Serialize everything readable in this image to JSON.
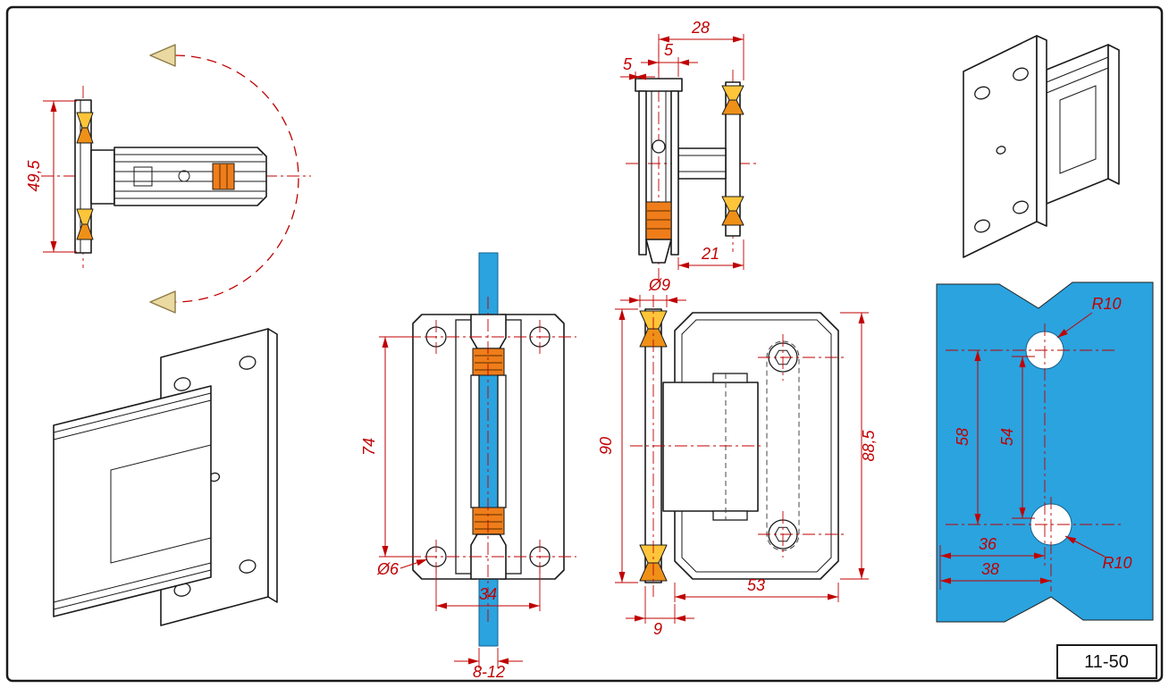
{
  "page": {
    "sheet_label": "11-50"
  },
  "colors": {
    "dimension_red": "#c00000",
    "glass_blue": "#2aa3df",
    "gasket_orange": "#ef7d1a",
    "bushing_yellow": "#ffc53a",
    "swing_arrow_tan": "#ead9a0",
    "outline_black": "#1a1a1a"
  },
  "views": {
    "top_view": {
      "dim_height": "49,5"
    },
    "side_view": {
      "dim_total_width": "28",
      "dim_gap_left": "5",
      "dim_gap_right": "5",
      "dim_plate_offset": "21"
    },
    "front_view_glass": {
      "dim_hole_spacing": "74",
      "dim_hole_diameter": "Ø6",
      "dim_hole_pitch_h": "34",
      "dim_glass_thickness": "8-12"
    },
    "front_view_wall": {
      "dim_pin_diameter": "Ø9",
      "dim_total_height": "90",
      "dim_plate_height": "88,5",
      "dim_plate_width": "53",
      "dim_edge_offset": "9"
    },
    "glass_template": {
      "dim_radius_top": "R10",
      "dim_hole_spacing_outer": "58",
      "dim_hole_spacing_inner": "54",
      "dim_edge_to_hole_top": "36",
      "dim_edge_to_hole_bottom": "38",
      "dim_radius_bottom": "R10"
    }
  }
}
